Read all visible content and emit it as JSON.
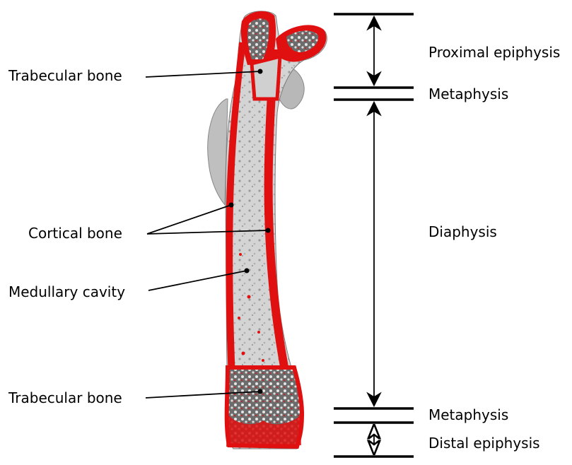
{
  "labels": {
    "trabecular_top": "Trabecular bone",
    "cortical": "Cortical bone",
    "medullary": "Medullary cavity",
    "trabecular_bottom": "Trabecular bone",
    "proximal_epiphysis": "Proximal epiphysis",
    "metaphysis_top": "Metaphysis",
    "diaphysis": "Diaphysis",
    "metaphysis_bottom": "Metaphysis",
    "distal_epiphysis": "Distal epiphysis"
  },
  "colors": {
    "cortical_red": "#e01010",
    "bone_gray": "#c9c9c9",
    "bone_dark": "#8a8a8a",
    "line": "#000000"
  }
}
